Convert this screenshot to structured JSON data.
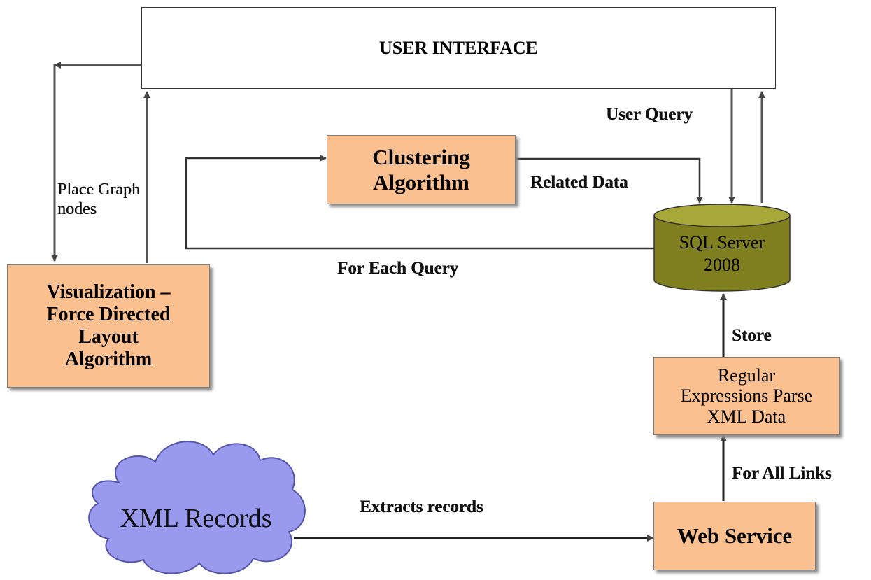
{
  "nodes": {
    "user_interface": "USER INTERFACE",
    "clustering": [
      "Clustering",
      "Algorithm"
    ],
    "sql_server": [
      "SQL Server",
      "2008"
    ],
    "visualization": [
      "Visualization –",
      "Force Directed",
      "Layout",
      "Algorithm"
    ],
    "regex": [
      "Regular",
      "Expressions Parse",
      "XML Data"
    ],
    "xml_records": "XML Records",
    "web_service": "Web Service"
  },
  "edges": {
    "user_query": "User Query",
    "related_data": "Related Data",
    "place_graph_nodes": [
      "Place Graph",
      "nodes"
    ],
    "for_each_query": "For Each Query",
    "store": "Store",
    "for_all_links": "For All Links",
    "extracts_records": "Extracts records"
  },
  "colors": {
    "box_fill": "#fac08f",
    "cylinder_fill": "#7f7f1f",
    "cloud_fill": "#9999ee",
    "line": "#444444"
  }
}
